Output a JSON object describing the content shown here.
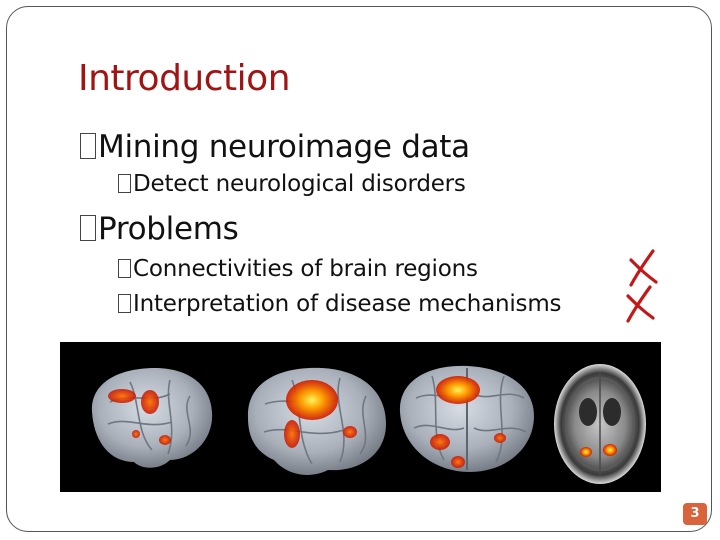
{
  "slide": {
    "title": "Introduction",
    "bullets": [
      {
        "text": "Mining neuroimage data"
      },
      {
        "text": "Detect neurological disorders"
      },
      {
        "text": "Problems"
      },
      {
        "text": "Connectivities of brain regions"
      },
      {
        "text": "Interpretation of disease mechanisms"
      }
    ],
    "page_number": "3"
  },
  "icons": {
    "bullet": "square-bullet-icon",
    "cross": "red-cross-icon"
  },
  "colors": {
    "title": "#a01414",
    "cross": "#c41818",
    "page_badge": "#d9633a",
    "activation": "#ff3a00"
  }
}
